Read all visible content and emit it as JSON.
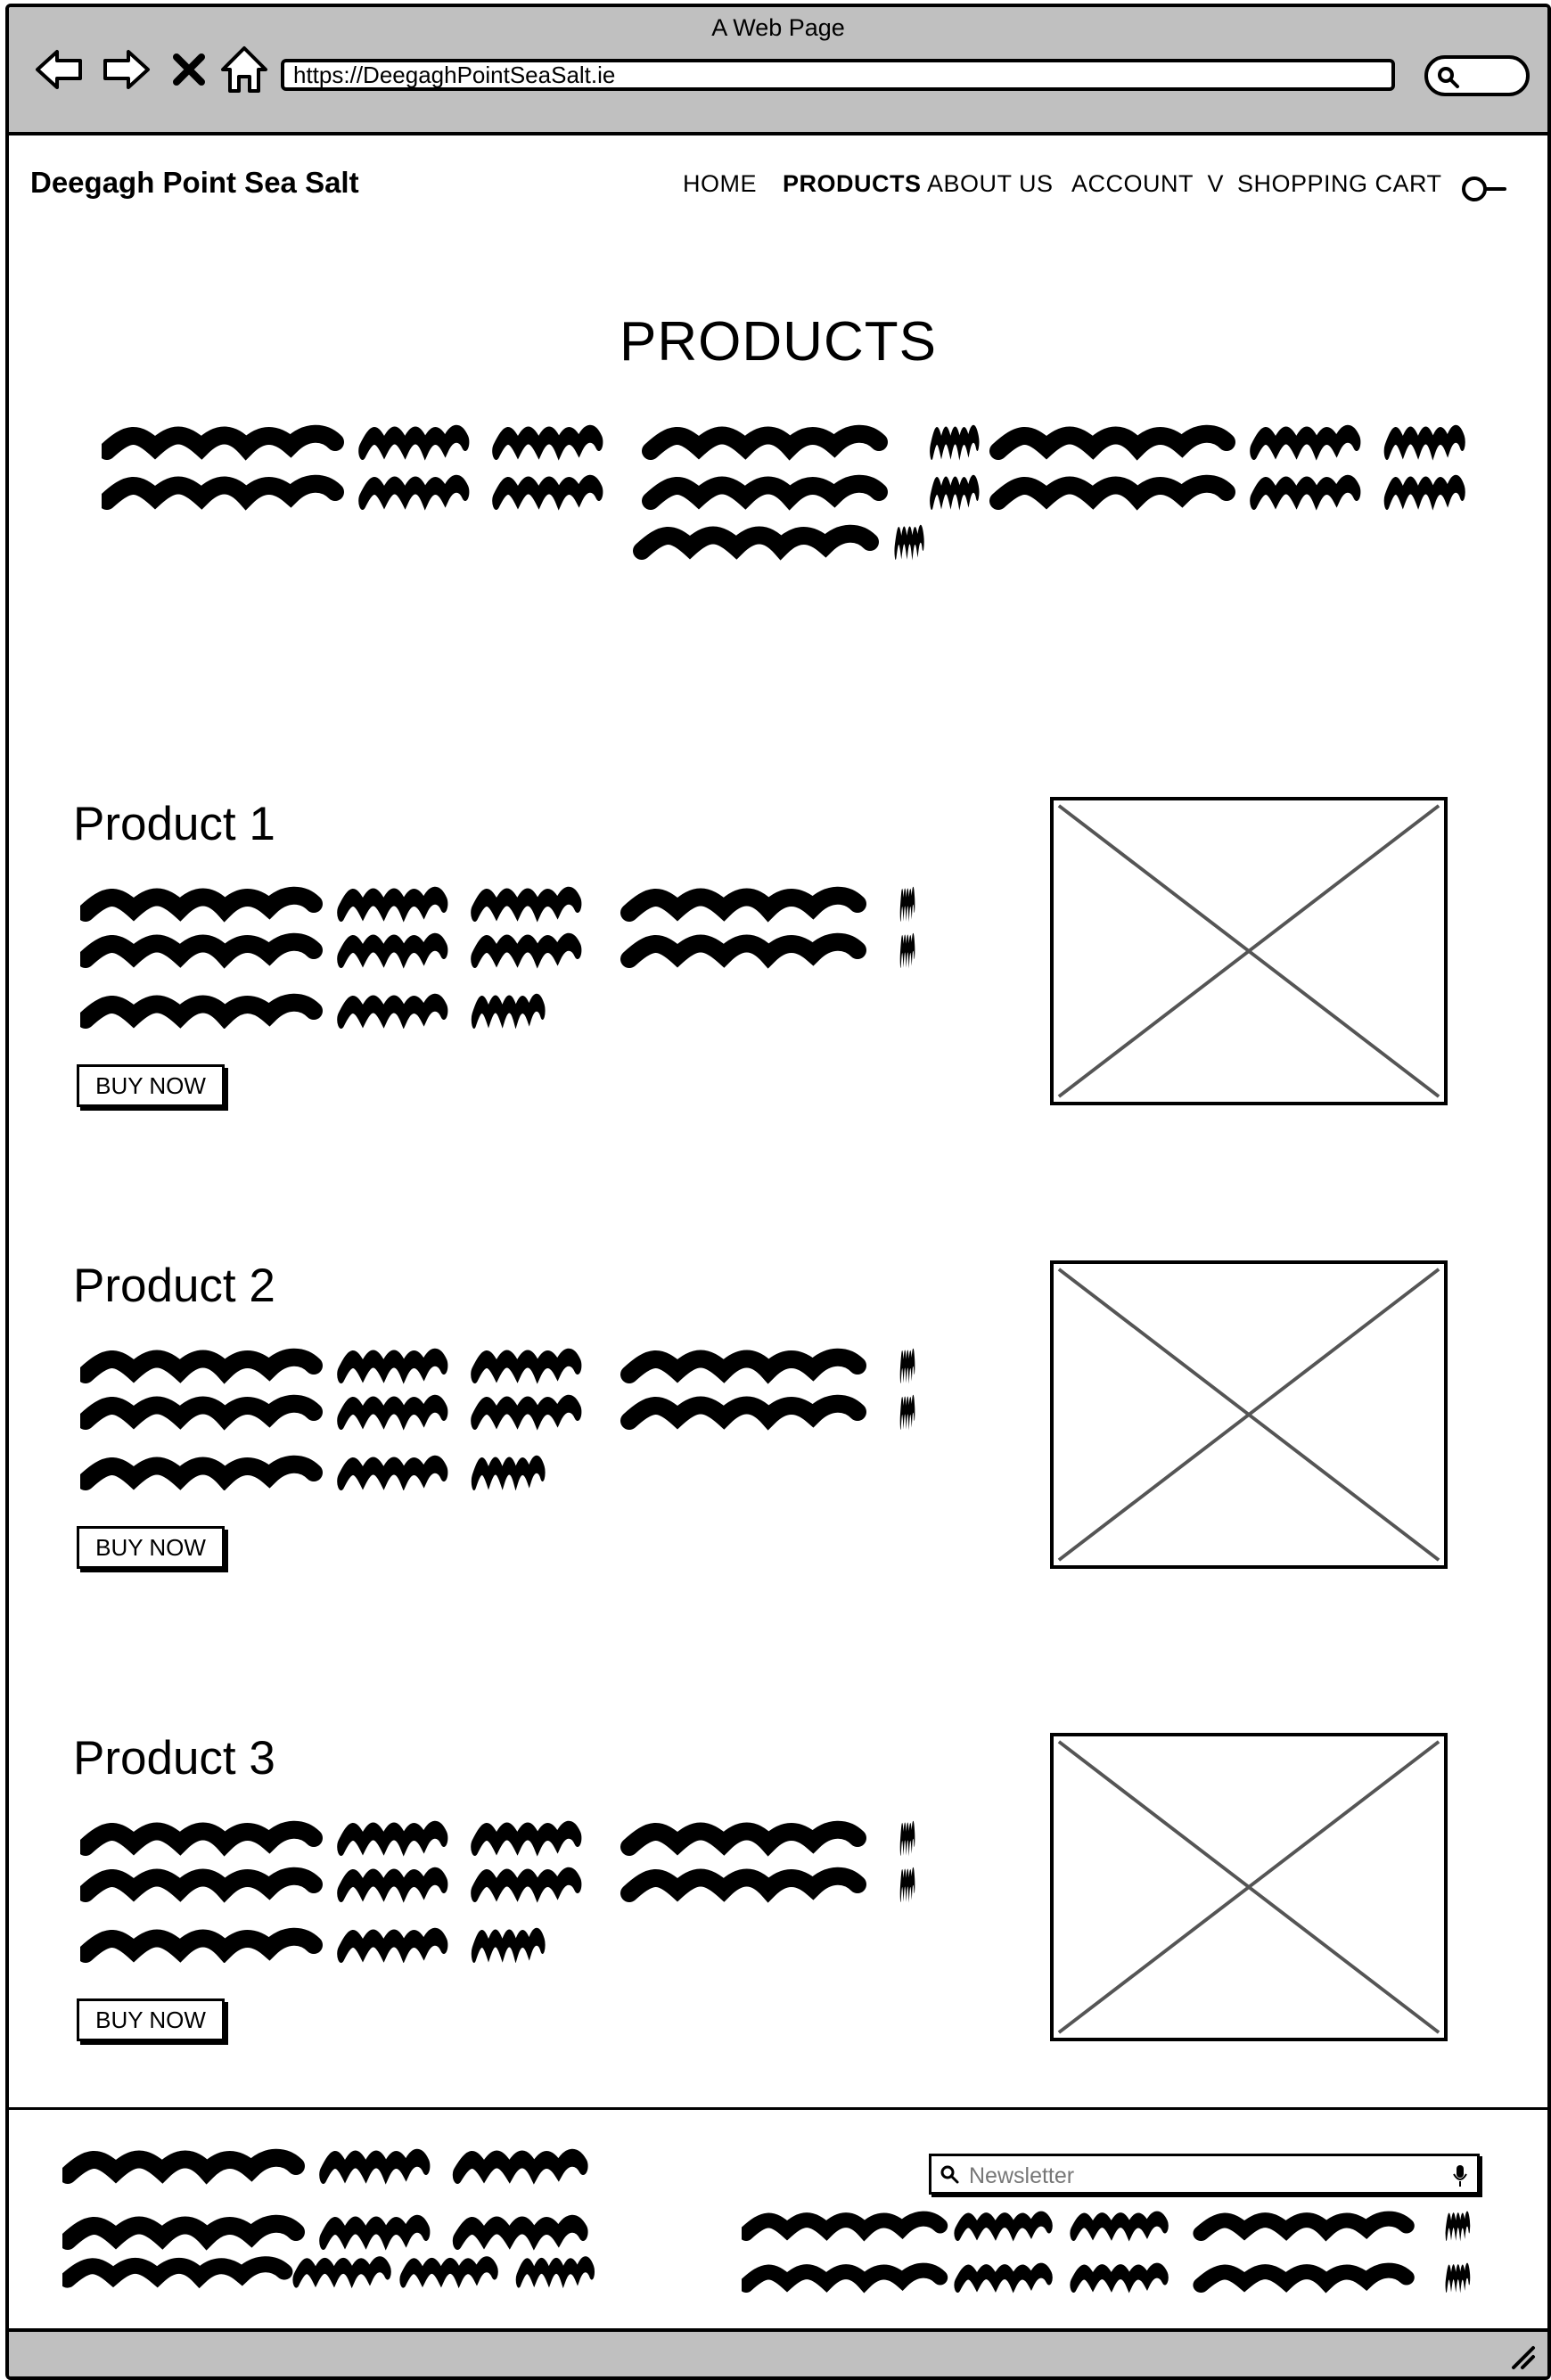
{
  "window": {
    "title": "A Web Page"
  },
  "browser": {
    "url": "https://DeegaghPointSeaSalt.ie"
  },
  "header": {
    "brand": "Deegagh Point Sea Salt",
    "nav": [
      {
        "label": "HOME",
        "active": false
      },
      {
        "label": "PRODUCTS",
        "active": true
      },
      {
        "label": "ABOUT US",
        "active": false
      },
      {
        "label": "ACCOUNT  V",
        "active": false
      },
      {
        "label": "SHOPPING CART",
        "active": false
      }
    ],
    "user_icon": "user-icon"
  },
  "main": {
    "title": "PRODUCTS",
    "products": [
      {
        "title": "Product 1",
        "button": "BUY NOW",
        "image_icon": "image-placeholder-icon"
      },
      {
        "title": "Product 2",
        "button": "BUY NOW",
        "image_icon": "image-placeholder-icon"
      },
      {
        "title": "Product 3",
        "button": "BUY NOW",
        "image_icon": "image-placeholder-icon"
      }
    ]
  },
  "footer": {
    "newsletter_placeholder": "Newsletter"
  },
  "icons": [
    "back-icon",
    "forward-icon",
    "close-icon",
    "home-icon",
    "search-icon",
    "microphone-icon",
    "resize-icon"
  ],
  "colors": {
    "chrome": "#c0c0c0",
    "ink": "#000000",
    "placeholder_lines": "#555555"
  }
}
